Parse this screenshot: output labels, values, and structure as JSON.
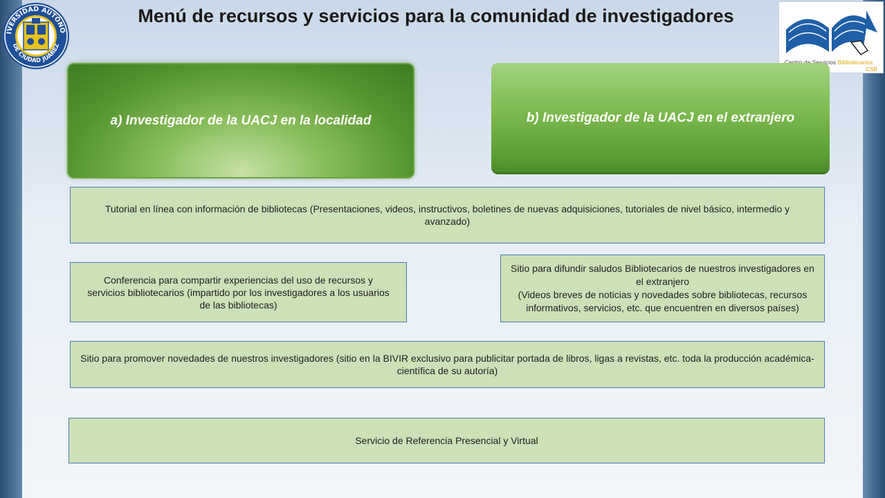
{
  "title": "Menú de recursos y servicios para la comunidad de investigadores",
  "logos": {
    "seal": {
      "name": "university-seal-icon",
      "top_text": "UNIVERSIDAD AUTÓNOMA",
      "bottom_text": "DE CIUDAD JUÁREZ"
    },
    "csb": {
      "name": "csb-book-logo",
      "label_prefix": "Centro de Servicios ",
      "label_accent": "Bibliotecarios",
      "abbr": "CSB"
    }
  },
  "options": [
    {
      "label": "a) Investigador de la UACJ en la localidad"
    },
    {
      "label": "b) Investigador de la UACJ en el extranjero"
    }
  ],
  "services": [
    {
      "text": "Tutorial en línea con información de bibliotecas (Presentaciones, videos, instructivos, boletines de nuevas adquisiciones, tutoriales de nivel básico, intermedio y avanzado)"
    },
    {
      "text": "Conferencia para compartir  experiencias del uso de recursos y servicios bibliotecarios (impartido por los investigadores a los usuarios de las bibliotecas)"
    },
    {
      "line1": "Sitio para difundir saludos Bibliotecarios de nuestros investigadores en el extranjero",
      "line2": "(Videos breves de noticias y novedades sobre bibliotecas, recursos informativos, servicios, etc. que encuentren en diversos países)"
    },
    {
      "text": "Sitio para promover novedades de nuestros investigadores (sitio en la BIVIR exclusivo para publicitar portada de libros, ligas a revistas, etc. toda la producción académica-científica de su autoría)"
    },
    {
      "text": "Servicio de Referencia Presencial y Virtual"
    }
  ],
  "colors": {
    "seal_blue": "#1f4f9a",
    "seal_yellow": "#e8c21a",
    "logo_blue": "#1f5fa8",
    "button_green": "#5c9d34",
    "service_fill": "#cce1b7",
    "service_border": "#4a7bb7"
  }
}
